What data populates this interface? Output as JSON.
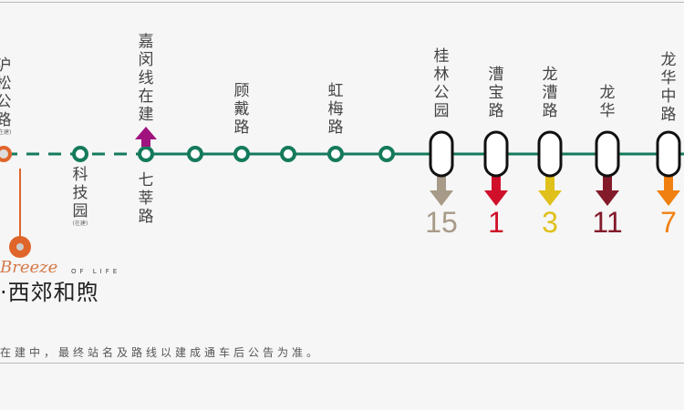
{
  "colors": {
    "line": "#157a5c",
    "start": "#e0652a",
    "purple": "#a0137f"
  },
  "stations": [
    {
      "name": "沪松公路",
      "note": "(在建)"
    },
    {
      "name": "科技园",
      "note": "(在建)"
    },
    {
      "name": "七莘路"
    },
    {
      "name": ""
    },
    {
      "name": "顾戴路"
    },
    {
      "name": ""
    },
    {
      "name": "虹梅路"
    },
    {
      "name": ""
    }
  ],
  "branch": {
    "label": "嘉闵线在建",
    "icon": "arrow-up-icon"
  },
  "transfers": [
    {
      "name": "桂林公园",
      "line": "15",
      "color": "#a89a88"
    },
    {
      "name": "漕宝路",
      "line": "1",
      "color": "#d0102a"
    },
    {
      "name": "龙漕路",
      "line": "3",
      "color": "#e0c01a"
    },
    {
      "name": "龙华",
      "line": "11",
      "color": "#821a2a"
    },
    {
      "name": "龙华中路",
      "line": "7",
      "color": "#f08010"
    }
  ],
  "logo": {
    "script": "Breeze",
    "of_life": "OF LIFE",
    "name": "·西郊和煦"
  },
  "footnote": "在建中，最终站名及路线以建成通车后公告为准。"
}
